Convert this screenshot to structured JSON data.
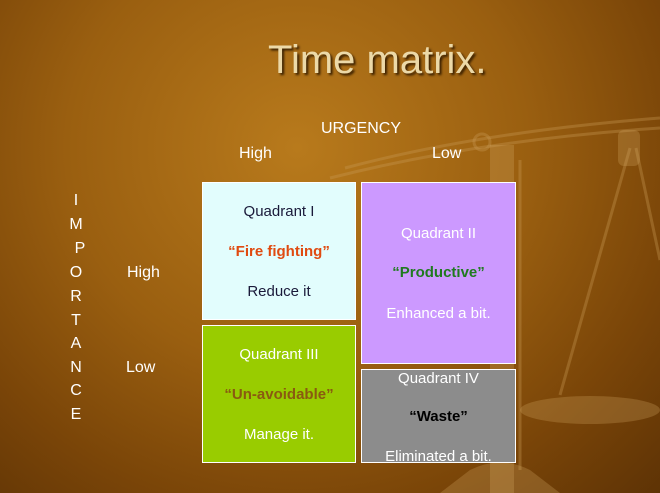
{
  "slide": {
    "title": "Time matrix.",
    "urgency_label": "URGENCY",
    "urgency_high": "High",
    "urgency_low": "Low",
    "importance_letters": [
      "I",
      "M",
      "P",
      "O",
      "R",
      "T",
      "A",
      "N",
      "C",
      "E"
    ],
    "importance_high": "High",
    "importance_low": "Low"
  },
  "quadrants": [
    {
      "name": "Quadrant I",
      "motto": "“Fire fighting”",
      "action": "Reduce it",
      "color": "#e2fdfd",
      "motto_color": "#e04a10"
    },
    {
      "name": "Quadrant II",
      "motto": "“Productive”",
      "action": "Enhanced a  bit.",
      "color": "#cc99ff",
      "motto_color": "#1f7a1f"
    },
    {
      "name": "Quadrant III",
      "motto": "“Un-avoidable”",
      "action": "Manage it.",
      "color": "#99cc00",
      "motto_color": "#8a5a10"
    },
    {
      "name": "Quadrant IV",
      "motto": "“Waste”",
      "action": "Eliminated a bit.",
      "color": "#8c8c8c",
      "motto_color": "#000000"
    }
  ]
}
